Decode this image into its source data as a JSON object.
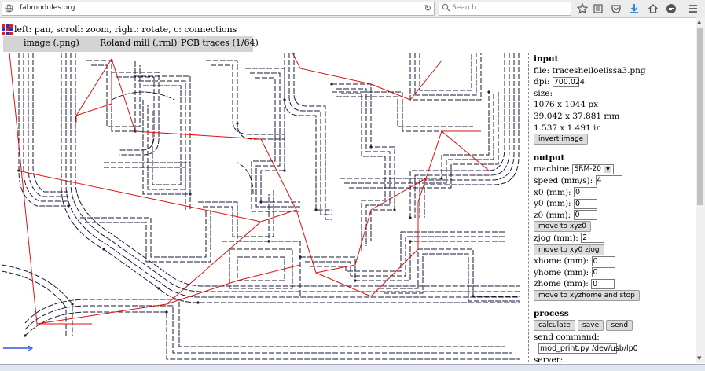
{
  "browser": {
    "url": "fabmodules.org",
    "search_placeholder": "Search"
  },
  "instructions": "left: pan, scroll: zoom, right: rotate, c: connections",
  "menus": [
    "image (.png)",
    "Roland mill (.rml)",
    "PCB traces (1/64)"
  ],
  "input": {
    "heading": "input",
    "file_label": "file:",
    "file_name": "traceshelloelissa3.png",
    "dpi_label": "dpi:",
    "dpi_value": "700.024",
    "size_label": "size:",
    "size_px": "1076 x 1044 px",
    "size_mm": "39.042 x 37.881 mm",
    "size_in": "1.537 x 1.491 in",
    "invert_button": "invert image"
  },
  "output": {
    "heading": "output",
    "machine_label": "machine",
    "machine_value": "SRM-20",
    "speed_label": "speed (mm/s):",
    "speed_value": "4",
    "x0_label": "x0 (mm):",
    "x0_value": "0",
    "y0_label": "y0 (mm):",
    "y0_value": "0",
    "z0_label": "z0 (mm):",
    "z0_value": "0",
    "move_xyz0_button": "move to xyz0",
    "zjog_label": "zjog (mm):",
    "zjog_value": "2",
    "move_xy0_button": "move to xy0 zjog",
    "xhome_label": "xhome (mm):",
    "xhome_value": "0",
    "yhome_label": "yhome (mm):",
    "yhome_value": "0",
    "zhome_label": "zhome (mm):",
    "zhome_value": "0",
    "move_home_button": "move to xyzhome and stop"
  },
  "process": {
    "heading": "process",
    "calculate_button": "calculate",
    "save_button": "save",
    "send_button": "send",
    "send_command_label": "send command:",
    "send_command_value": "mod_print.py /dev/usb/lp0",
    "server_label": "server:"
  },
  "colors": {
    "trace": "#1a1a3a",
    "connection": "#e01010",
    "accent": "#2a5bd7"
  }
}
